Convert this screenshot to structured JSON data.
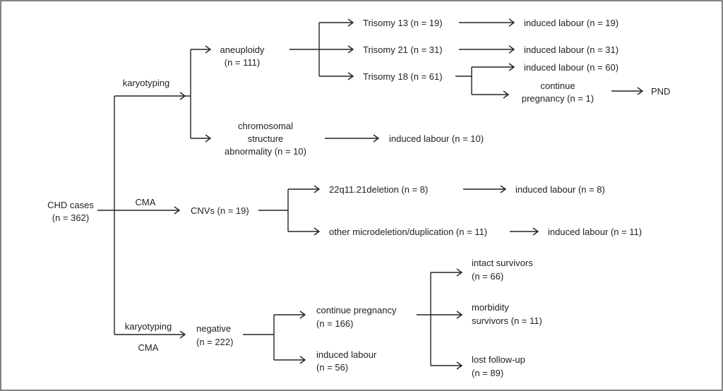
{
  "nodes": {
    "chd": [
      "CHD cases",
      "(n = 362)"
    ],
    "karyotyping_top": "karyotyping",
    "cma_mid": "CMA",
    "karyotyping_bottom": "karyotyping",
    "cma_bottom": "CMA",
    "aneuploidy": [
      "aneuploidy",
      "(n = 111)"
    ],
    "trisomy13": "Trisomy 13 (n = 19)",
    "trisomy21": "Trisomy 21 (n = 31)",
    "trisomy18": "Trisomy 18 (n = 61)",
    "t13_outcome": "induced labour (n = 19)",
    "t21_outcome": "induced labour (n = 31)",
    "t18_induced": "induced labour (n = 60)",
    "t18_continue": [
      "continue",
      "pregnancy (n = 1)"
    ],
    "pnd": "PND",
    "chromosomal": [
      "chromosomal",
      "structure",
      "abnormality (n = 10)"
    ],
    "chromosomal_outcome": "induced labour (n = 10)",
    "cnvs": "CNVs (n = 19)",
    "del22q": "22q11.21deletion (n = 8)",
    "del22q_outcome": "induced labour (n = 8)",
    "other_micro": "other microdeletion/duplication (n = 11)",
    "other_micro_outcome": "induced labour (n = 11)",
    "negative": [
      "negative",
      "(n = 222)"
    ],
    "continue_preg": [
      "continue pregnancy",
      "(n = 166)"
    ],
    "induced_56": [
      "induced labour",
      "(n = 56)"
    ],
    "intact": [
      "intact survivors",
      "(n = 66)"
    ],
    "morbidity": [
      "morbidity",
      "survivors (n = 11)"
    ],
    "lost": [
      "lost follow-up",
      "(n = 89)"
    ]
  }
}
